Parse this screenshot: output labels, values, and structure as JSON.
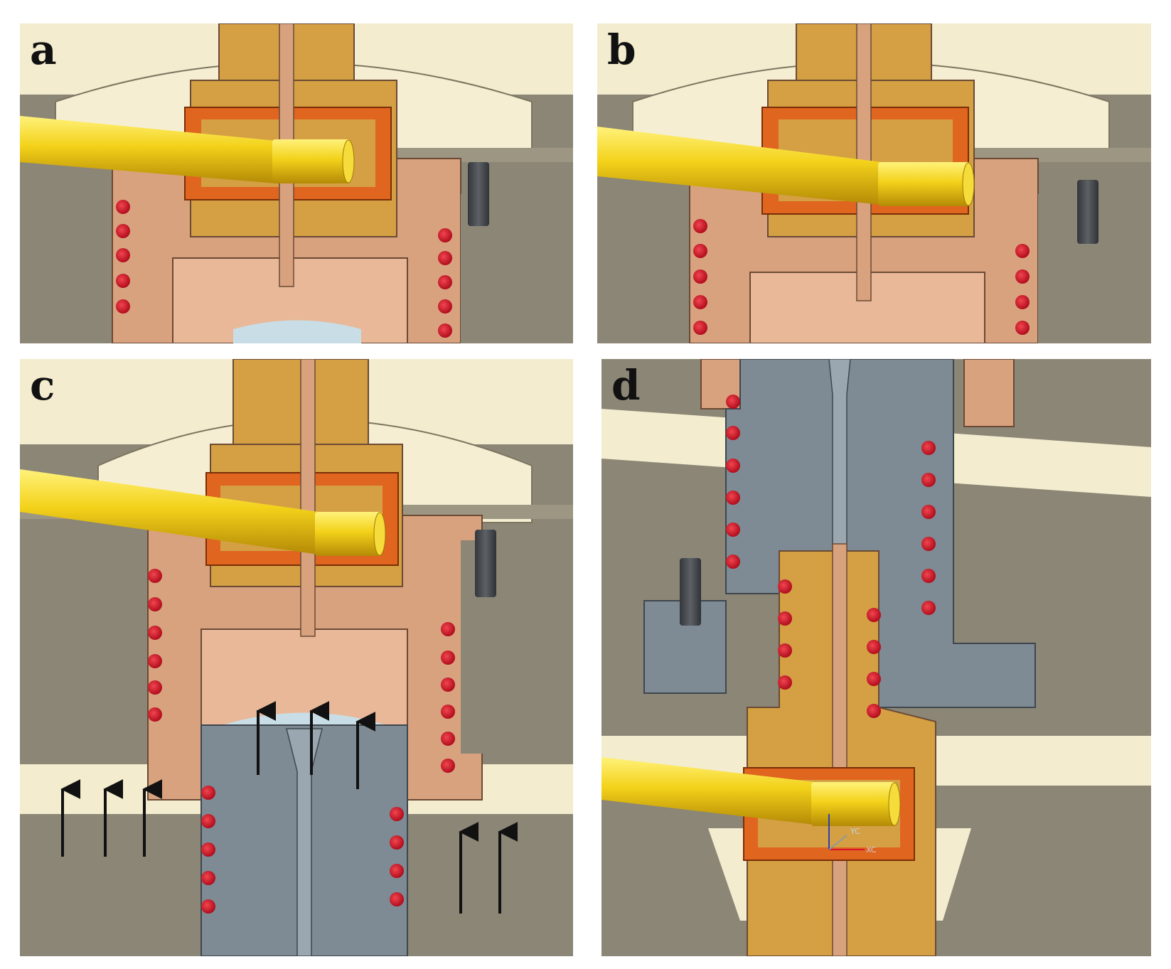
{
  "figure": {
    "panels": [
      {
        "id": "a",
        "label": "a"
      },
      {
        "id": "b",
        "label": "b"
      },
      {
        "id": "c",
        "label": "c"
      },
      {
        "id": "d",
        "label": "d"
      }
    ],
    "coordinate_triad": {
      "yc": "YC",
      "xc": "XC"
    }
  },
  "colors": {
    "background_plate": "#8b8676",
    "cream_plate": "#f3ecce",
    "copper_body": "#d9a27f",
    "brass_nozzle": "#d4a043",
    "orange_heater": "#e0651f",
    "yellow_rod": "#f3d21a",
    "red_coil": "#d4162a",
    "steel_grey": "#7e8a94",
    "pin_grey": "#4a4d50",
    "arrow": "#111111"
  },
  "icons": [
    "up-arrow-icon",
    "dowel-pin-icon",
    "coordinate-triad-icon"
  ]
}
